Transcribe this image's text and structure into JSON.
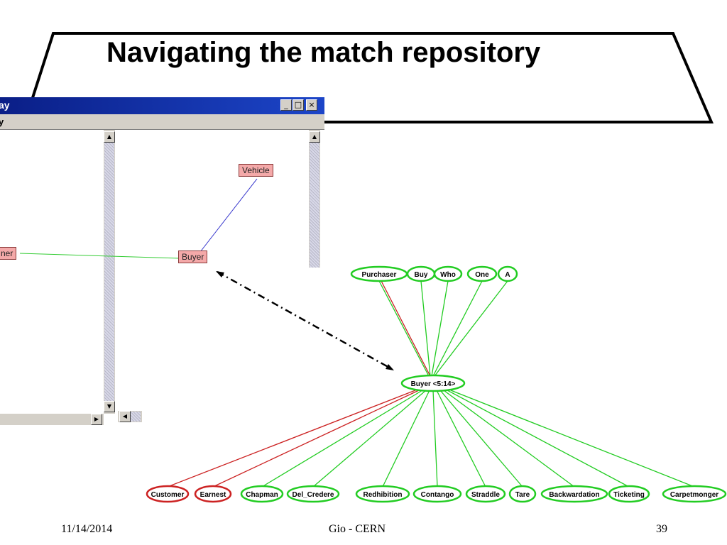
{
  "slide": {
    "title": "Navigating the match repository"
  },
  "window": {
    "title": "ay",
    "menu": "y",
    "controls": {
      "minimize": "_",
      "maximize": "□",
      "close": "×"
    },
    "left_pane_node": "ner",
    "right_pane_nodes": [
      "Vehicle",
      "Buyer"
    ]
  },
  "graph": {
    "center": "Buyer <5:14>",
    "top_nodes": [
      "Purchaser",
      "Buy",
      "Who",
      "One",
      "A"
    ],
    "bottom_nodes": [
      "Customer",
      "Earnest",
      "Chapman",
      "Del_Credere",
      "Redhibition",
      "Contango",
      "Straddle",
      "Tare",
      "Backwardation",
      "Ticketing",
      "Carpetmonger"
    ],
    "highlighted_nodes": [
      "Purchaser",
      "Customer",
      "Earnest"
    ],
    "colors": {
      "match": "#22cc22",
      "highlight": "#cc2222",
      "center_fill": "#ffffff"
    }
  },
  "footer": {
    "date": "11/14/2014",
    "center": "Gio - CERN",
    "page": "39"
  }
}
